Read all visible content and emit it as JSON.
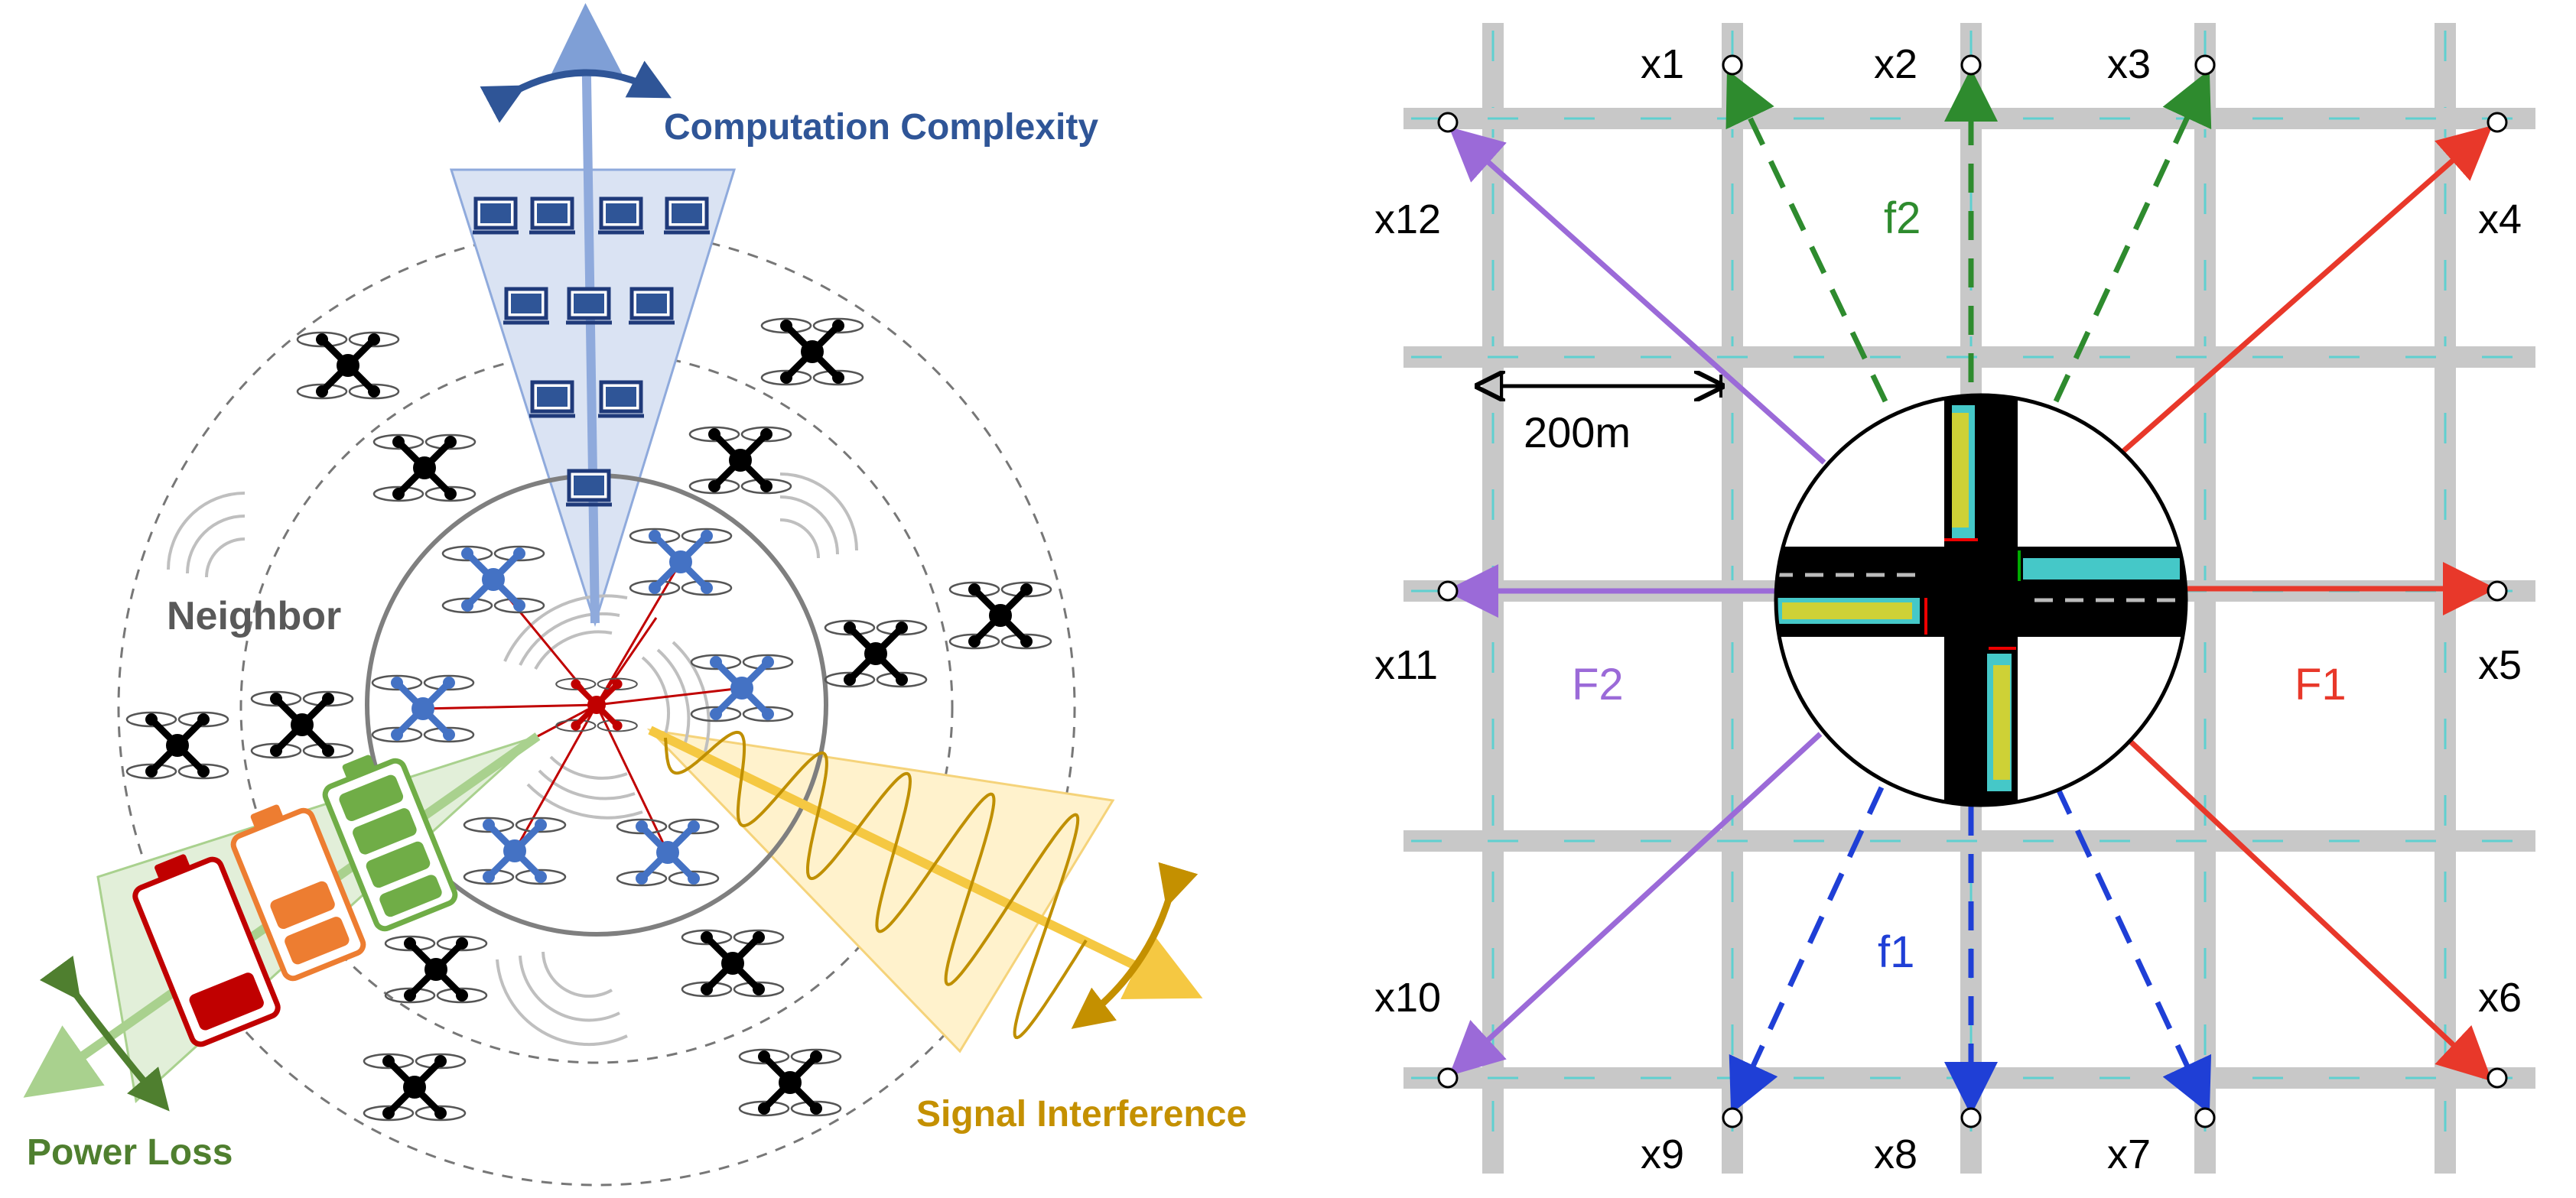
{
  "left_panel": {
    "labels": {
      "computation": "Computation Complexity",
      "neighbor": "Neighbor",
      "power": "Power Loss",
      "signal": "Signal Interference"
    },
    "colors": {
      "computation": "#2f5597",
      "power": "#4f7f2f",
      "signal": "#c49000",
      "center_uav": "#c00000",
      "neighbor_uav": "#4472c4",
      "far_uav": "#000000"
    }
  },
  "right_panel": {
    "nodes": [
      "x1",
      "x2",
      "x3",
      "x4",
      "x5",
      "x6",
      "x7",
      "x8",
      "x9",
      "x10",
      "x11",
      "x12"
    ],
    "flows": {
      "f1": "f1",
      "f2": "f2",
      "F1": "F1",
      "F2": "F2"
    },
    "scale_label": "200m",
    "colors": {
      "f1": "#1f3fd6",
      "f2": "#2e8b2e",
      "F1": "#e8382a",
      "F2": "#9b6ad8",
      "road": "#c8c8c8",
      "lane": "#5fd0d0"
    }
  }
}
